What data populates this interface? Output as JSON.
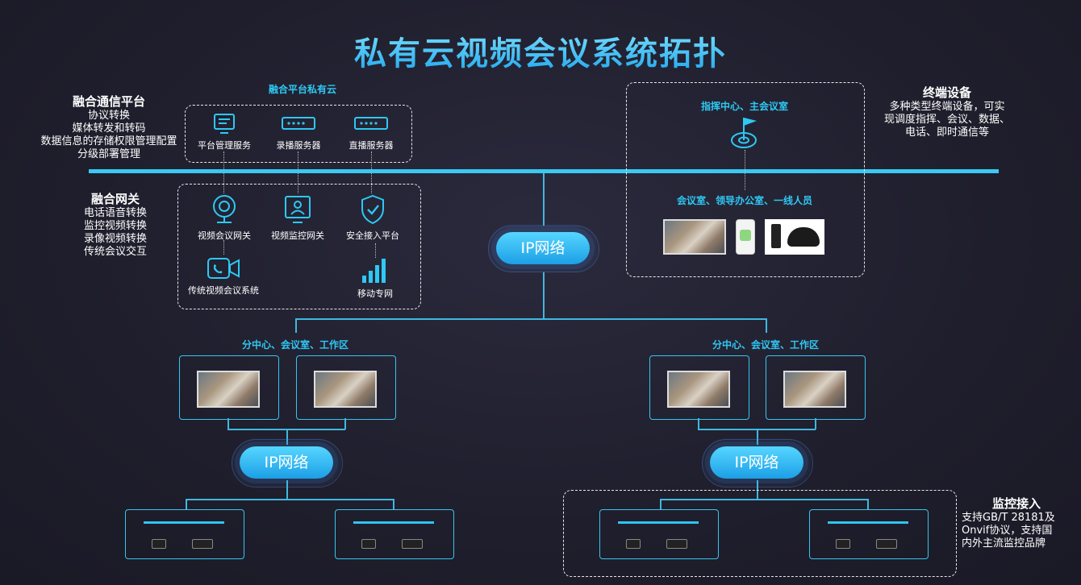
{
  "title": "私有云视频会议系统拓扑",
  "platform": {
    "heading": "融合通信平台",
    "items": [
      "协议转换",
      "媒体转发和转码",
      "数据信息的存储权限管理配置",
      "分级部署管理"
    ]
  },
  "gateway": {
    "heading": "融合网关",
    "items": [
      "电话语音转换",
      "监控视频转换",
      "录像视频转换",
      "传统会议交互"
    ]
  },
  "cloud": {
    "heading": "融合平台私有云",
    "servers": [
      "平台管理服务",
      "录播服务器",
      "直播服务器"
    ]
  },
  "gateway_box": {
    "items": [
      "视频会议网关",
      "视频监控网关",
      "安全接入平台",
      "传统视频会议系统",
      "移动专网"
    ]
  },
  "ip_label": "IP网络",
  "terminal": {
    "heading": "终端设备",
    "desc": [
      "多种类型终端设备，可实",
      "现调度指挥、会议、数据、",
      "电话、即时通信等"
    ]
  },
  "command": {
    "top": "指挥中心、主会议室",
    "bottom": "会议室、领导办公室、一线人员"
  },
  "branch_label": "分中心、会议室、工作区",
  "monitor_access": {
    "heading": "监控接入",
    "desc": [
      "支持GB/T 28181及",
      "Onvif协议，支持国",
      "内外主流监控品牌"
    ]
  }
}
